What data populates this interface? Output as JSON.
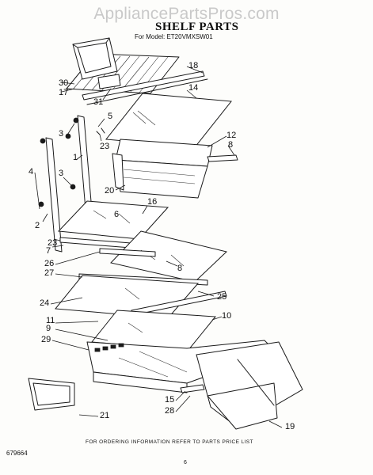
{
  "header": {
    "watermark": "AppliancePartsPros.com",
    "title": "SHELF PARTS",
    "model": "For Model: ET20VMXSW01"
  },
  "footer": {
    "ordering_note": "FOR ORDERING INFORMATION REFER TO PARTS PRICE LIST",
    "document_number": "679664",
    "page_number": "6"
  },
  "callouts": {
    "c30": "30",
    "c17": "17",
    "c31": "31",
    "c18": "18",
    "c14": "14",
    "c5": "5",
    "c3a": "3",
    "c23a": "23",
    "c12": "12",
    "c8a": "8",
    "c1": "1",
    "c4": "4",
    "c3b": "3",
    "c20": "20",
    "c16": "16",
    "c6": "6",
    "c2": "2",
    "c23b": "23",
    "c7": "7",
    "c26": "26",
    "c8b": "8",
    "c27": "27",
    "c24": "24",
    "c25": "25",
    "c11": "11",
    "c9": "9",
    "c10": "10",
    "c29": "29",
    "c15": "15",
    "c28": "28",
    "c21": "21",
    "c19": "19"
  }
}
